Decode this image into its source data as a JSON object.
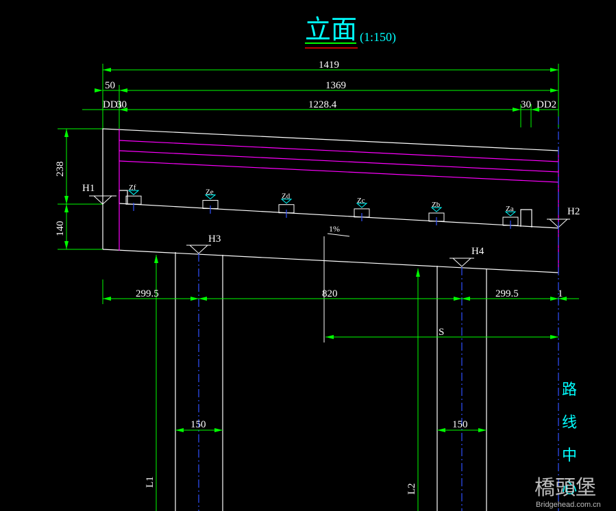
{
  "title": {
    "main": "立面",
    "scale": "(1:150)",
    "colors": {
      "text": "#00ffff",
      "underline": "#ff0000",
      "underline2": "#00ff00"
    }
  },
  "dimensions": {
    "total_length": "1419",
    "offset_left": "50",
    "main_span": "1369",
    "dd1_label": "DD1",
    "dd1_gap": "30",
    "inner_length": "1228.4",
    "right_gap": "30",
    "dd2_label": "DD2",
    "overall_height_top": "238",
    "overall_height_bottom": "140",
    "left_bay": "299.5",
    "center_bay": "820",
    "right_bay": "299.5",
    "right_edge": "1",
    "s_label": "S",
    "column_width_left": "150",
    "column_width_right": "150"
  },
  "elevation_marks": {
    "h1": "H1",
    "h2": "H2",
    "h3": "H3",
    "h4": "H4",
    "slope": "1%"
  },
  "bearings": [
    "Zf",
    "Ze",
    "Zd",
    "Zc",
    "Zb",
    "Za"
  ],
  "columns": {
    "l1": "L1",
    "l2": "L2"
  },
  "route_center": [
    "路",
    "线",
    "中",
    "心"
  ],
  "watermark": {
    "brand": "橋頭堡",
    "site": "Bridgehead.com.cn"
  },
  "colors": {
    "structure": "#ffffff",
    "dimension": "#00ff00",
    "prestress": "#ff00ff",
    "axis": "#0000ff",
    "text": "#ffffff",
    "label": "#00ffff"
  }
}
